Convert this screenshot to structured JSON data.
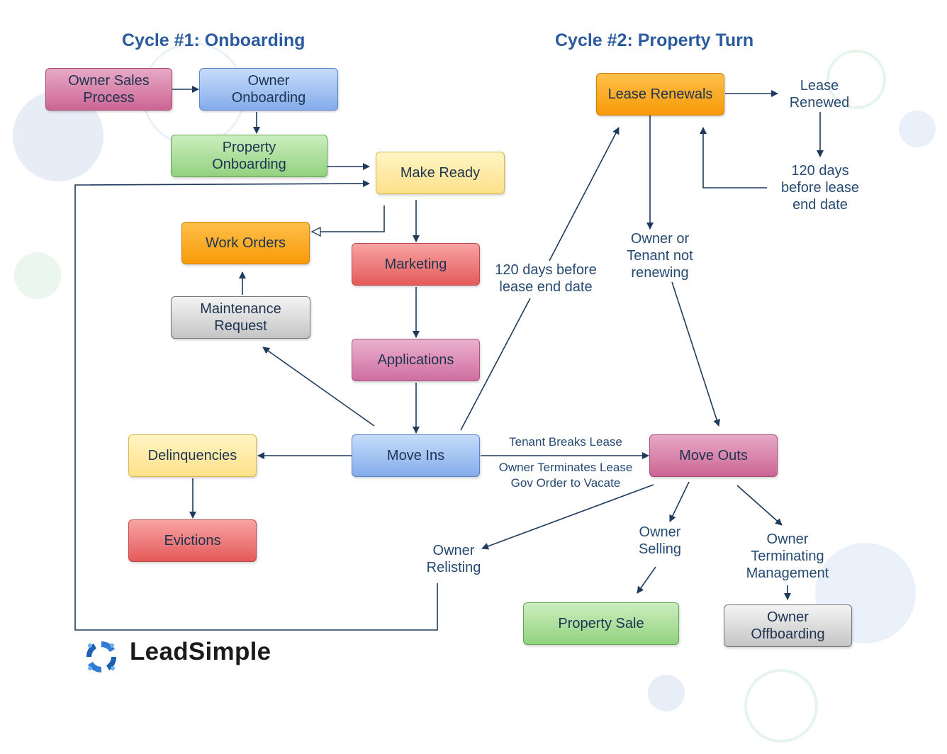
{
  "titles": {
    "cycle1": "Cycle #1: Onboarding",
    "cycle2": "Cycle #2: Property Turn"
  },
  "boxes": {
    "owner_sales_process": "Owner Sales\nProcess",
    "owner_onboarding": "Owner\nOnboarding",
    "property_onboarding": "Property\nOnboarding",
    "make_ready": "Make Ready",
    "work_orders": "Work Orders",
    "marketing": "Marketing",
    "maintenance_request": "Maintenance\nRequest",
    "applications": "Applications",
    "delinquencies": "Delinquencies",
    "move_ins": "Move Ins",
    "evictions": "Evictions",
    "lease_renewals": "Lease Renewals",
    "move_outs": "Move Outs",
    "property_sale": "Property Sale",
    "owner_offboarding": "Owner\nOffboarding"
  },
  "labels": {
    "lease_renewed": "Lease\nRenewed",
    "days_120_before_lease_end_right": "120 days\nbefore lease\nend date",
    "owner_or_tenant_not_renewing": "Owner or\nTenant not\nrenewing",
    "days_120_before_lease_end_mid": "120 days before\nlease end date",
    "tenant_breaks_lease": "Tenant Breaks Lease",
    "owner_terminates_lease": "Owner Terminates Lease\nGov Order to Vacate",
    "owner_relisting": "Owner\nRelisting",
    "owner_selling": "Owner\nSelling",
    "owner_terminating_management": "Owner\nTerminating\nManagement"
  },
  "logo": {
    "text": "LeadSimple"
  },
  "colors": {
    "arrow": "#1e3a5c",
    "title": "#2a5aa0",
    "label": "#264a72",
    "logo_blue": "#2f7bd6"
  }
}
